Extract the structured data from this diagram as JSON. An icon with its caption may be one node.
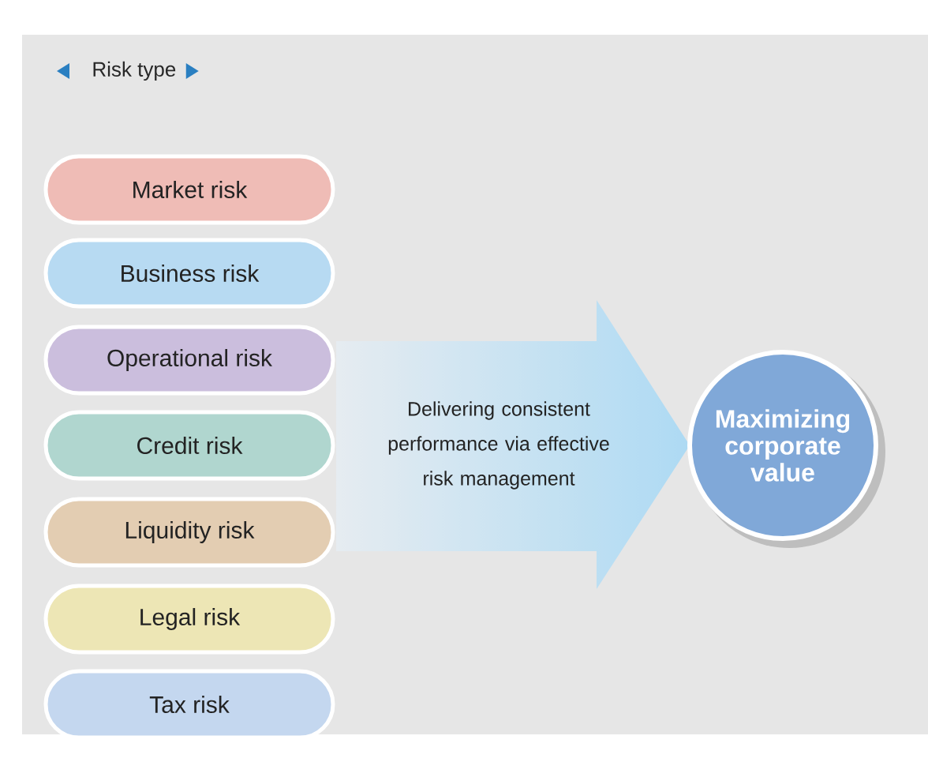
{
  "diagram": {
    "nodes": [
      {
        "text": [
          "Market risk"
        ]
      },
      {
        "text": [
          "Business risk"
        ]
      },
      {
        "text": [
          "Operational risk"
        ]
      },
      {
        "text": [
          "Credit risk"
        ]
      },
      {
        "text": [
          "Liquidity risk"
        ]
      },
      {
        "text": [
          "Legal risk"
        ]
      },
      {
        "text": [
          "Tax risk"
        ]
      },
      {
        "text": [
          "Delivering consistent performance via effective risk management"
        ]
      },
      {
        "text": [
          "Maximizing corporate value"
        ]
      }
    ],
    "labels": [
      "Risk type"
    ]
  }
}
